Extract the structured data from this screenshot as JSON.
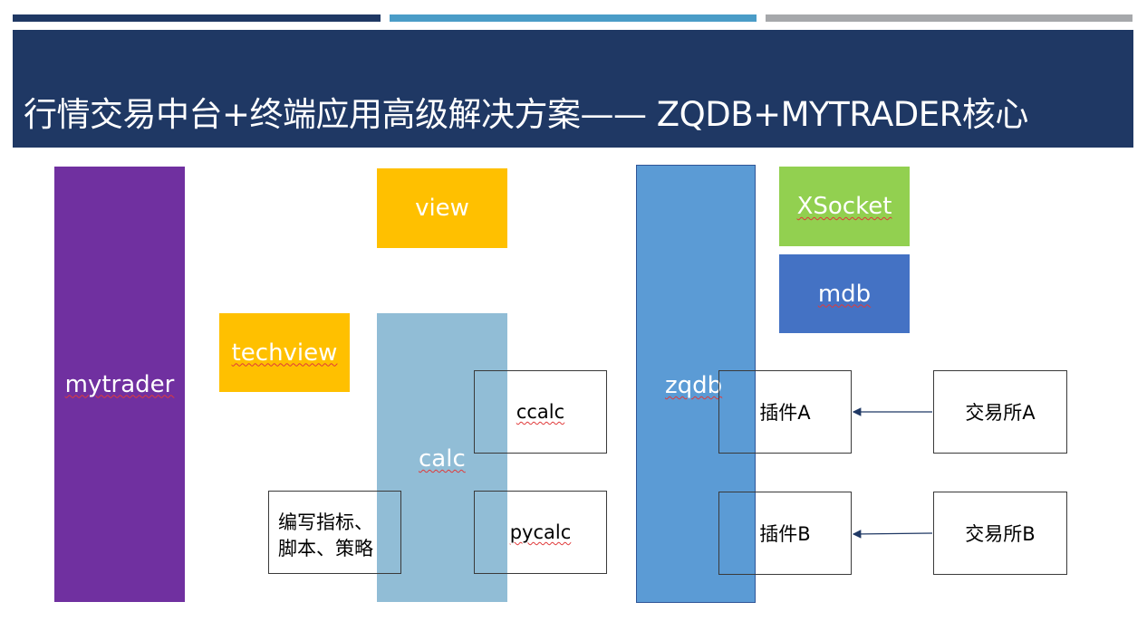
{
  "title": "行情交易中台+终端应用高级解决方案—— ZQDB+MYTRADER核心",
  "colors": {
    "bar_1": "#1f3864",
    "bar_2": "#4a9cc7",
    "bar_3": "#a6a8ab",
    "title_band": "#1f3864",
    "mytrader": "#7030a0",
    "orange": "#ffc000",
    "calc": "#91bdd6",
    "zqdb": "#5b9bd5",
    "xsocket": "#92d050",
    "mdb": "#4472c4"
  },
  "boxes": {
    "mytrader": "mytrader",
    "view": "view",
    "techview": "techview",
    "calc": "calc",
    "ccalc": "ccalc",
    "pycalc": "pycalc",
    "script_line1": "编写指标、",
    "script_line2": "脚本、策略",
    "zqdb": "zqdb",
    "xsocket": "XSocket",
    "mdb": "mdb",
    "plugin_a": "插件A",
    "plugin_b": "插件B",
    "exchange_a": "交易所A",
    "exchange_b": "交易所B"
  }
}
